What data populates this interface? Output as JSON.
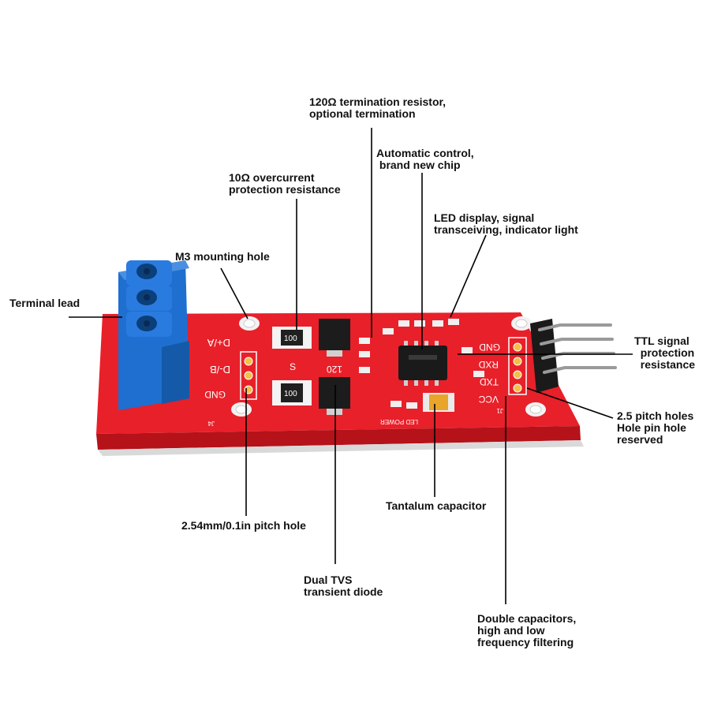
{
  "callouts": {
    "termination_resistor": "120Ω termination resistor,\noptional termination",
    "automatic_control_chip": "Automatic control,\n brand new chip",
    "overcurrent_resistance": "10Ω overcurrent\nprotection resistance",
    "led_display": "LED display, signal\ntransceiving, indicator light",
    "m3_mounting_hole": "M3 mounting hole",
    "terminal_lead": "Terminal lead",
    "ttl_resistance": "TTL signal\n  protection\n  resistance",
    "pitch_holes_25": "2.5 pitch holes\nHole pin hole\nreserved",
    "tantalum_capacitor": "Tantalum capacitor",
    "pitch_hole_254": "2.54mm/0.1in pitch hole",
    "dual_tvs_diode": "Dual TVS\ntransient diode",
    "double_capacitors": "Double capacitors,\nhigh and low\nfrequency filtering"
  },
  "board_silkscreen": {
    "d_plus_a": "D+/A",
    "d_minus_b": "D-/B",
    "gnd_left": "GND",
    "gnd_right": "GND",
    "rxd": "RXD",
    "txd": "TXD",
    "vcc": "VCC",
    "resistor_marking": "100",
    "s_mark": "S",
    "code_120": "120",
    "led_power": "LED POWER",
    "j1": "J1",
    "j4": "J4"
  }
}
